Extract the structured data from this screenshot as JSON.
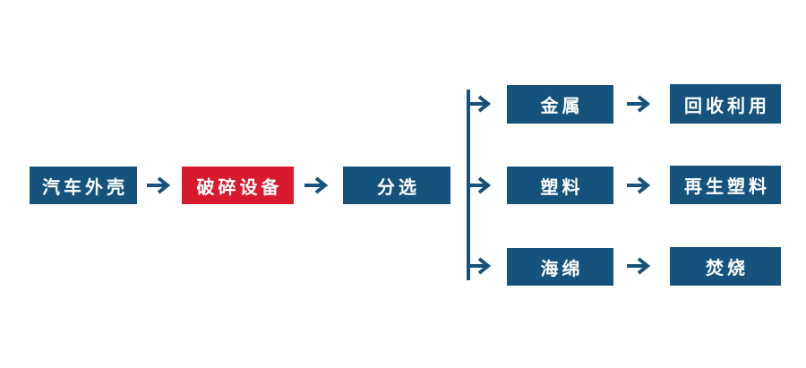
{
  "diagram": {
    "type": "flowchart",
    "colors": {
      "node_blue": "#15537C",
      "node_highlight_red": "#D9192E",
      "arrow_blue": "#15537C",
      "text_white": "#FFFFFF",
      "background": "#FFFFFF"
    },
    "nodes": [
      {
        "id": "car-shell",
        "label": "汽车外壳",
        "variant": "blue"
      },
      {
        "id": "crushing-equipment",
        "label": "破碎设备",
        "variant": "red"
      },
      {
        "id": "sorting",
        "label": "分选",
        "variant": "blue"
      },
      {
        "id": "metal",
        "label": "金属",
        "variant": "blue"
      },
      {
        "id": "recycle-reuse",
        "label": "回收利用",
        "variant": "blue"
      },
      {
        "id": "plastic",
        "label": "塑料",
        "variant": "blue"
      },
      {
        "id": "recycled-plastic",
        "label": "再生塑料",
        "variant": "blue"
      },
      {
        "id": "sponge",
        "label": "海绵",
        "variant": "blue"
      },
      {
        "id": "incineration",
        "label": "焚烧",
        "variant": "blue"
      }
    ],
    "edges": [
      {
        "from": "car-shell",
        "to": "crushing-equipment"
      },
      {
        "from": "crushing-equipment",
        "to": "sorting"
      },
      {
        "from": "sorting",
        "to": "metal"
      },
      {
        "from": "sorting",
        "to": "plastic"
      },
      {
        "from": "sorting",
        "to": "sponge"
      },
      {
        "from": "metal",
        "to": "recycle-reuse"
      },
      {
        "from": "plastic",
        "to": "recycled-plastic"
      },
      {
        "from": "sponge",
        "to": "incineration"
      }
    ]
  }
}
